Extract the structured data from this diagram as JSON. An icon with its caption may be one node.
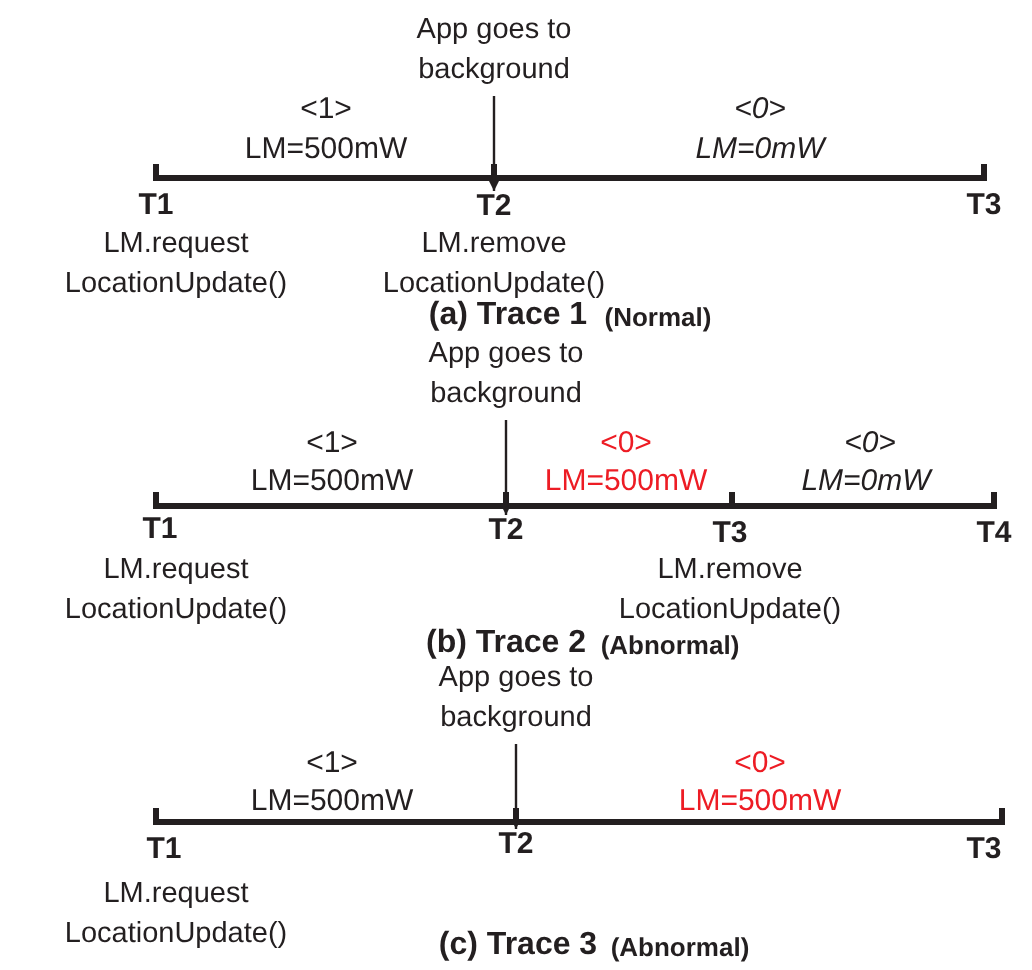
{
  "diagram": {
    "nodes": [
      {
        "text": [
          "App goes to background"
        ]
      },
      {
        "text": [
          "T2"
        ]
      },
      {
        "text": [
          "App goes to background"
        ]
      },
      {
        "text": [
          "T2"
        ]
      },
      {
        "text": [
          "App goes to background"
        ]
      },
      {
        "text": [
          "T2"
        ]
      }
    ],
    "edges": [
      {
        "from": 0,
        "to": 1,
        "arrow": "to"
      },
      {
        "from": 2,
        "to": 3,
        "arrow": "to"
      },
      {
        "from": 4,
        "to": 5,
        "arrow": "to"
      }
    ],
    "labels": [
      "<1>",
      "LM=500mW",
      "<0>",
      "LM=0mW",
      "T1",
      "T3",
      "LM.request LocationUpdate()",
      "LM.remove LocationUpdate()",
      "(a) Trace 1",
      "(Normal)",
      "<1>",
      "LM=500mW",
      "<0>",
      "LM=500mW",
      "<0>",
      "LM=0mW",
      "T1",
      "T3",
      "T4",
      "LM.request LocationUpdate()",
      "LM.remove LocationUpdate()",
      "(b) Trace 2",
      "(Abnormal)",
      "<1>",
      "LM=500mW",
      "<0>",
      "LM=500mW",
      "T1",
      "T3",
      "LM.request LocationUpdate()",
      "(c) Trace 3",
      "(Abnormal)"
    ]
  }
}
